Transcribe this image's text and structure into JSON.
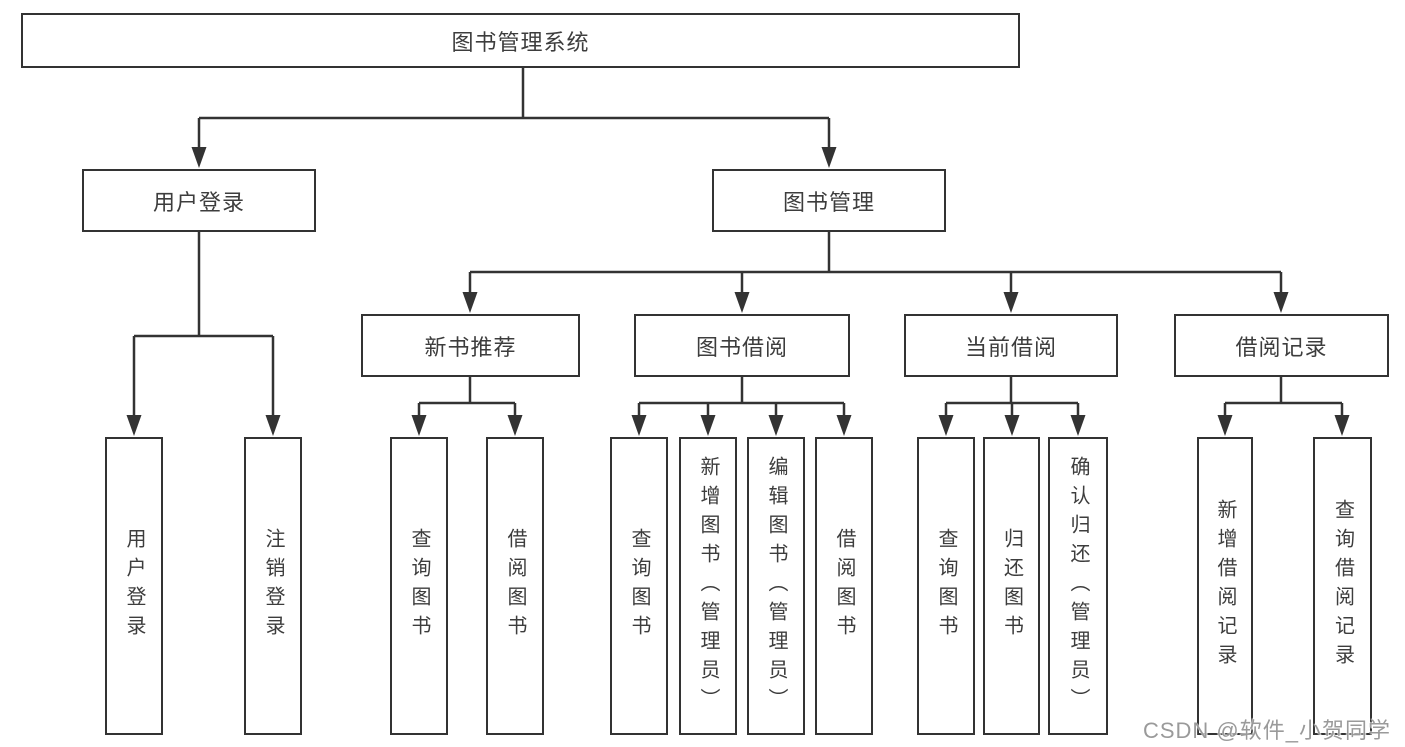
{
  "diagram": {
    "root": "图书管理系统",
    "branches": [
      {
        "label": "用户登录",
        "children": [
          {
            "label": "用户登录"
          },
          {
            "label": "注销登录"
          }
        ]
      },
      {
        "label": "图书管理",
        "children": [
          {
            "label": "新书推荐",
            "children": [
              {
                "label": "查询图书"
              },
              {
                "label": "借阅图书"
              }
            ]
          },
          {
            "label": "图书借阅",
            "children": [
              {
                "label": "查询图书"
              },
              {
                "label": "新增图书（管理员）"
              },
              {
                "label": "编辑图书（管理员）"
              },
              {
                "label": "借阅图书"
              }
            ]
          },
          {
            "label": "当前借阅",
            "children": [
              {
                "label": "查询图书"
              },
              {
                "label": "归还图书"
              },
              {
                "label": "确认归还（管理员）"
              }
            ]
          },
          {
            "label": "借阅记录",
            "children": [
              {
                "label": "新增借阅记录"
              },
              {
                "label": "查询借阅记录"
              }
            ]
          }
        ]
      }
    ]
  },
  "watermark": {
    "text": "CSDN @软件_小贺同学",
    "color": "#9a9a9a"
  },
  "colors": {
    "line": "#333333",
    "box_border": "#333333",
    "text": "#3d3d3d",
    "background": "#ffffff"
  }
}
